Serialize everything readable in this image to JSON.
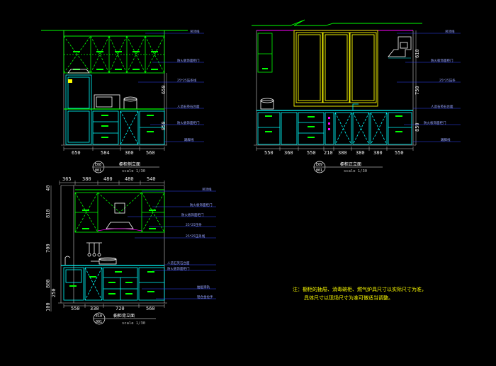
{
  "colors": {
    "background": "#000000",
    "cabinet": "#00ff00",
    "appliance": "#00ffff",
    "window": "#ffff00",
    "ceiling": "#ff00ff",
    "annotation": "#5555ff",
    "dimension": "#e6e6e6"
  },
  "elevation_a": {
    "title": "橱柜侧立面",
    "tag_top": "E08",
    "tag_bottom": "001",
    "scale": "scale 1/30",
    "bottom_dims": [
      "650",
      "584",
      "360",
      "560"
    ],
    "side_dims": [
      "650",
      "850"
    ],
    "callouts": [
      "吊顶线",
      "防火板饰面柜门",
      "25*25压条线",
      "人造石英石台面",
      "防火板饰面柜门",
      "踢脚线"
    ]
  },
  "elevation_b": {
    "title": "橱柜正立面",
    "tag_top": "E09",
    "tag_bottom": "001",
    "scale": "scale 1/30",
    "bottom_dims": [
      "550",
      "360",
      "550",
      "210",
      "380",
      "380",
      "380",
      "550"
    ],
    "side_dims": [
      "610",
      "750",
      "850"
    ],
    "callouts": [
      "吊顶线",
      "防火板饰面柜门",
      "25*25压条",
      "人造石英石台面",
      "防火板饰面柜门",
      "踢脚线"
    ]
  },
  "elevation_c": {
    "title": "橱柜背立面",
    "tag_top": "E10",
    "tag_bottom": "001",
    "scale": "scale 1/30",
    "top_dims": [
      "365",
      "380",
      "480",
      "480",
      "540"
    ],
    "bottom_dims": [
      "550",
      "330",
      "720",
      "560"
    ],
    "left_dims": [
      "40",
      "810",
      "700",
      "800",
      "250",
      "100"
    ],
    "callouts": [
      "吊顶线",
      "防火板饰面柜门",
      "防火板饰面柜门",
      "25*25压条",
      "25*25压条线",
      "人造石英石台面",
      "防火板饰面柜门",
      "抽屉滑轨",
      "铝合金拉手"
    ]
  },
  "note": {
    "line1": "注：橱柜的抽屉、消毒碗柜、燃气炉具尺寸以实际尺寸为准，",
    "line2": "具体尺寸以现场尺寸为准可做适当调整。"
  }
}
